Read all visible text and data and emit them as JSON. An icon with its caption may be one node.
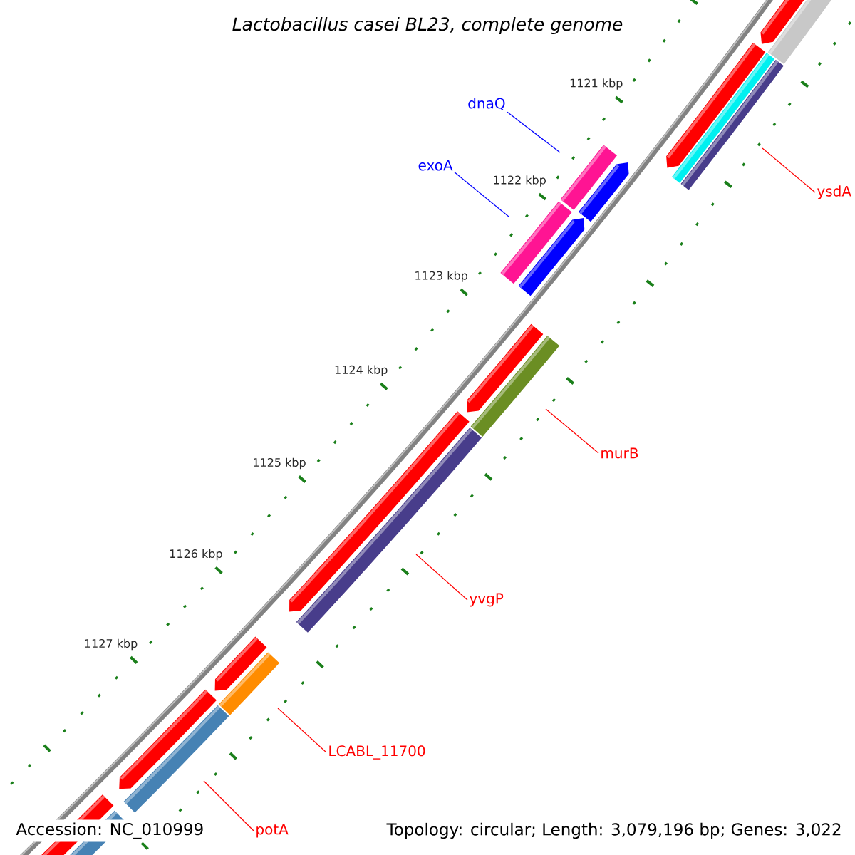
{
  "diagram": {
    "title": "Lactobacillus casei BL23, complete genome",
    "nodes": [
      {
        "text": [
          "dnaQ"
        ]
      },
      {
        "text": [
          "exoA"
        ]
      },
      {
        "text": [
          "ysdA"
        ]
      },
      {
        "text": [
          "murB"
        ]
      },
      {
        "text": [
          "yvgP"
        ]
      },
      {
        "text": [
          "LCABL_11700"
        ]
      },
      {
        "text": [
          "potA"
        ]
      }
    ],
    "edges": [
      {
        "from": 0,
        "to": null,
        "arrow": "none",
        "color": "#0000ff"
      },
      {
        "from": 1,
        "to": null,
        "arrow": "none",
        "color": "#0000ff"
      },
      {
        "from": 2,
        "to": null,
        "arrow": "none"
      },
      {
        "from": 3,
        "to": null,
        "arrow": "none"
      },
      {
        "from": 4,
        "to": null,
        "arrow": "none"
      },
      {
        "from": 5,
        "to": null,
        "arrow": "none"
      },
      {
        "from": 6,
        "to": null,
        "arrow": "none"
      }
    ],
    "labels": [
      "1121 kbp",
      "1122 kbp",
      "1123 kbp",
      "1124 kbp",
      "1125 kbp",
      "1126 kbp",
      "1127 kbp",
      "Accession: NC_010999",
      "Topology: circular; Length: 3,079,196 bp; Genes: 3,022"
    ]
  }
}
